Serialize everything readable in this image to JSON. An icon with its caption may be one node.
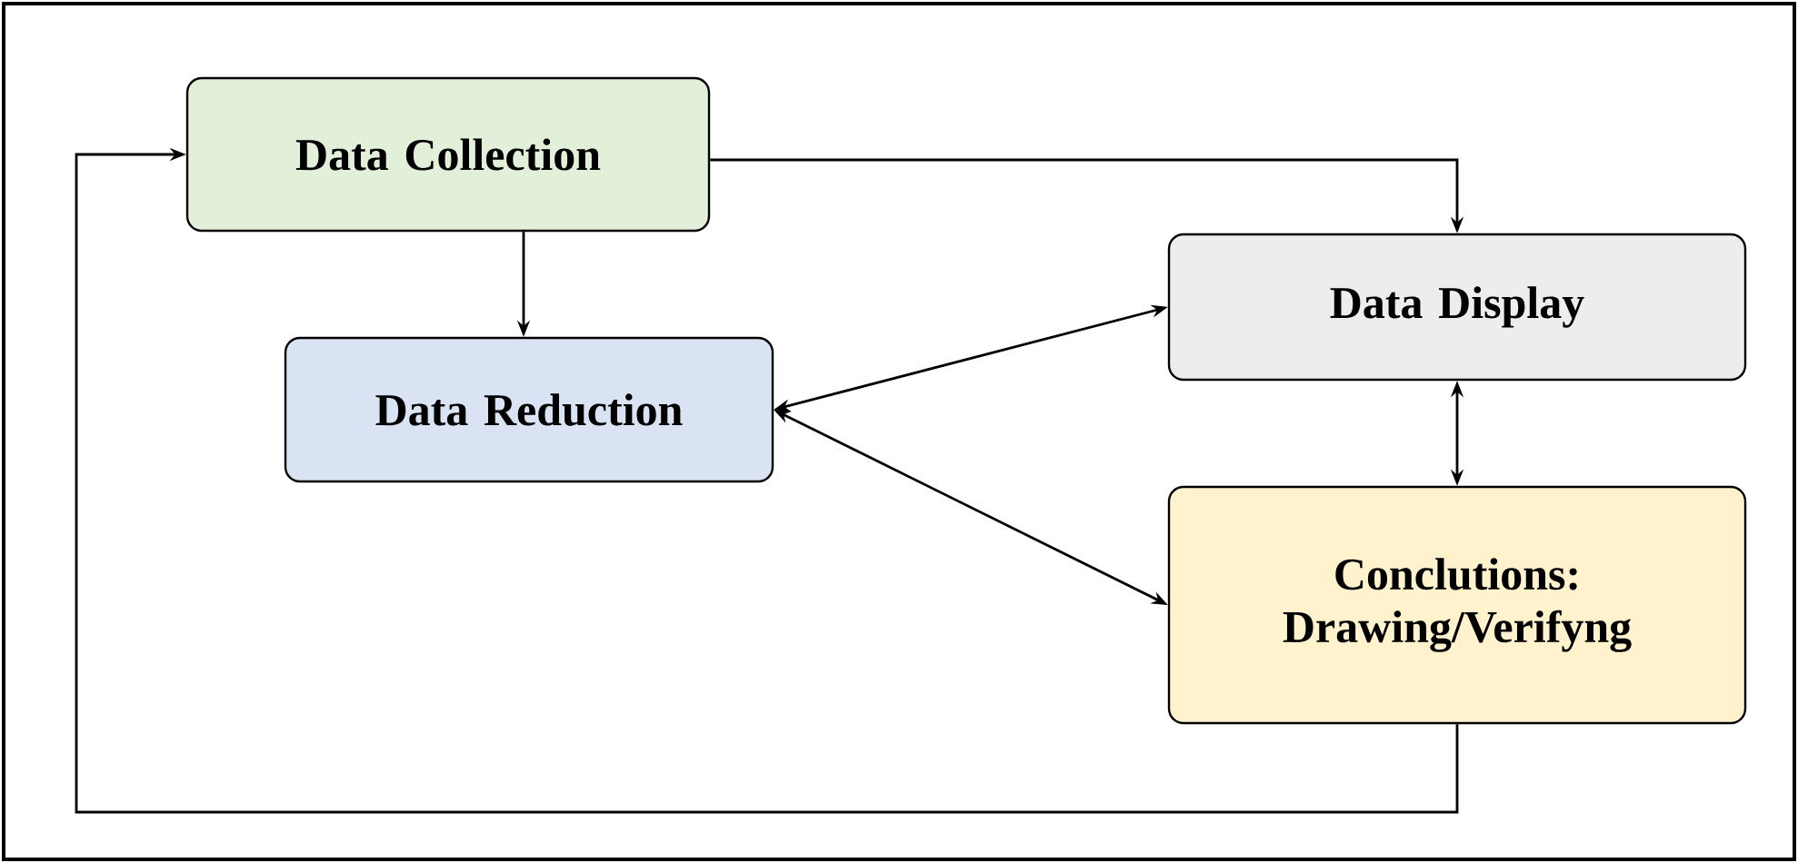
{
  "diagram": {
    "nodes": [
      {
        "text": [
          "Data Collection"
        ]
      },
      {
        "text": [
          "Data Reduction"
        ]
      },
      {
        "text": [
          "Data Display"
        ]
      },
      {
        "text": [
          "Conclutions: Drawing/Verifyng"
        ]
      }
    ],
    "edges": [
      {
        "from": 0,
        "to": 2,
        "arrow": "to"
      },
      {
        "from": 0,
        "to": 1,
        "arrow": "to"
      },
      {
        "from": 1,
        "to": 2,
        "arrow": "both"
      },
      {
        "from": 1,
        "to": 3,
        "arrow": "both"
      },
      {
        "from": 2,
        "to": 3,
        "arrow": "both"
      },
      {
        "from": 3,
        "to": 0,
        "arrow": "to"
      }
    ]
  }
}
